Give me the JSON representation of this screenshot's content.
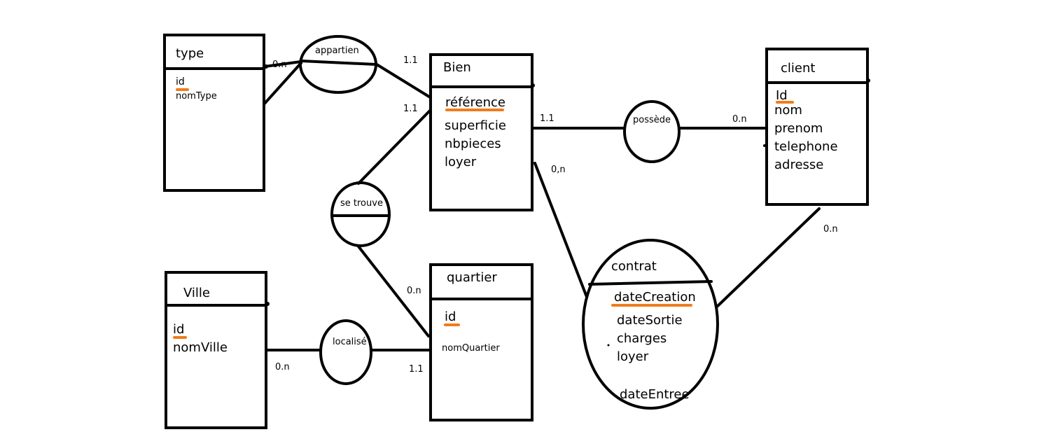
{
  "entities": {
    "type": {
      "title": "type",
      "attrs": [
        "id",
        "nomType"
      ]
    },
    "bien": {
      "title": "Bien",
      "attrs": [
        "référence",
        "superficie",
        "nbpieces",
        "loyer"
      ]
    },
    "client": {
      "title": "client",
      "attrs": [
        "Id",
        "nom",
        "prenom",
        "telephone",
        "adresse"
      ]
    },
    "ville": {
      "title": "Ville",
      "attrs": [
        "id",
        "nomVille"
      ]
    },
    "quartier": {
      "title": "quartier",
      "attrs": [
        "id",
        "nomQuartier"
      ]
    }
  },
  "associations": {
    "appartien": "appartien",
    "possede": "possède",
    "se_trouve": "se trouve",
    "localise": "localisé",
    "contrat": {
      "title": "contrat",
      "attrs": [
        "dateCreation",
        "dateSortie",
        "charges",
        "loyer",
        "dateEntree"
      ]
    }
  },
  "cardinalities": {
    "type_appartien": "0.n",
    "bien_appartien": "1.1",
    "bien_se_trouve": "1.1",
    "bien_possede": "1.1",
    "client_possede": "0.n",
    "bien_contrat": "0,n",
    "client_contrat": "0.n",
    "quartier_se_trouve": "0.n",
    "ville_localise": "0.n",
    "quartier_localise": "1.1"
  },
  "colors": {
    "stroke": "#000000",
    "key_underline": "#f07c1c",
    "background": "#ffffff"
  }
}
